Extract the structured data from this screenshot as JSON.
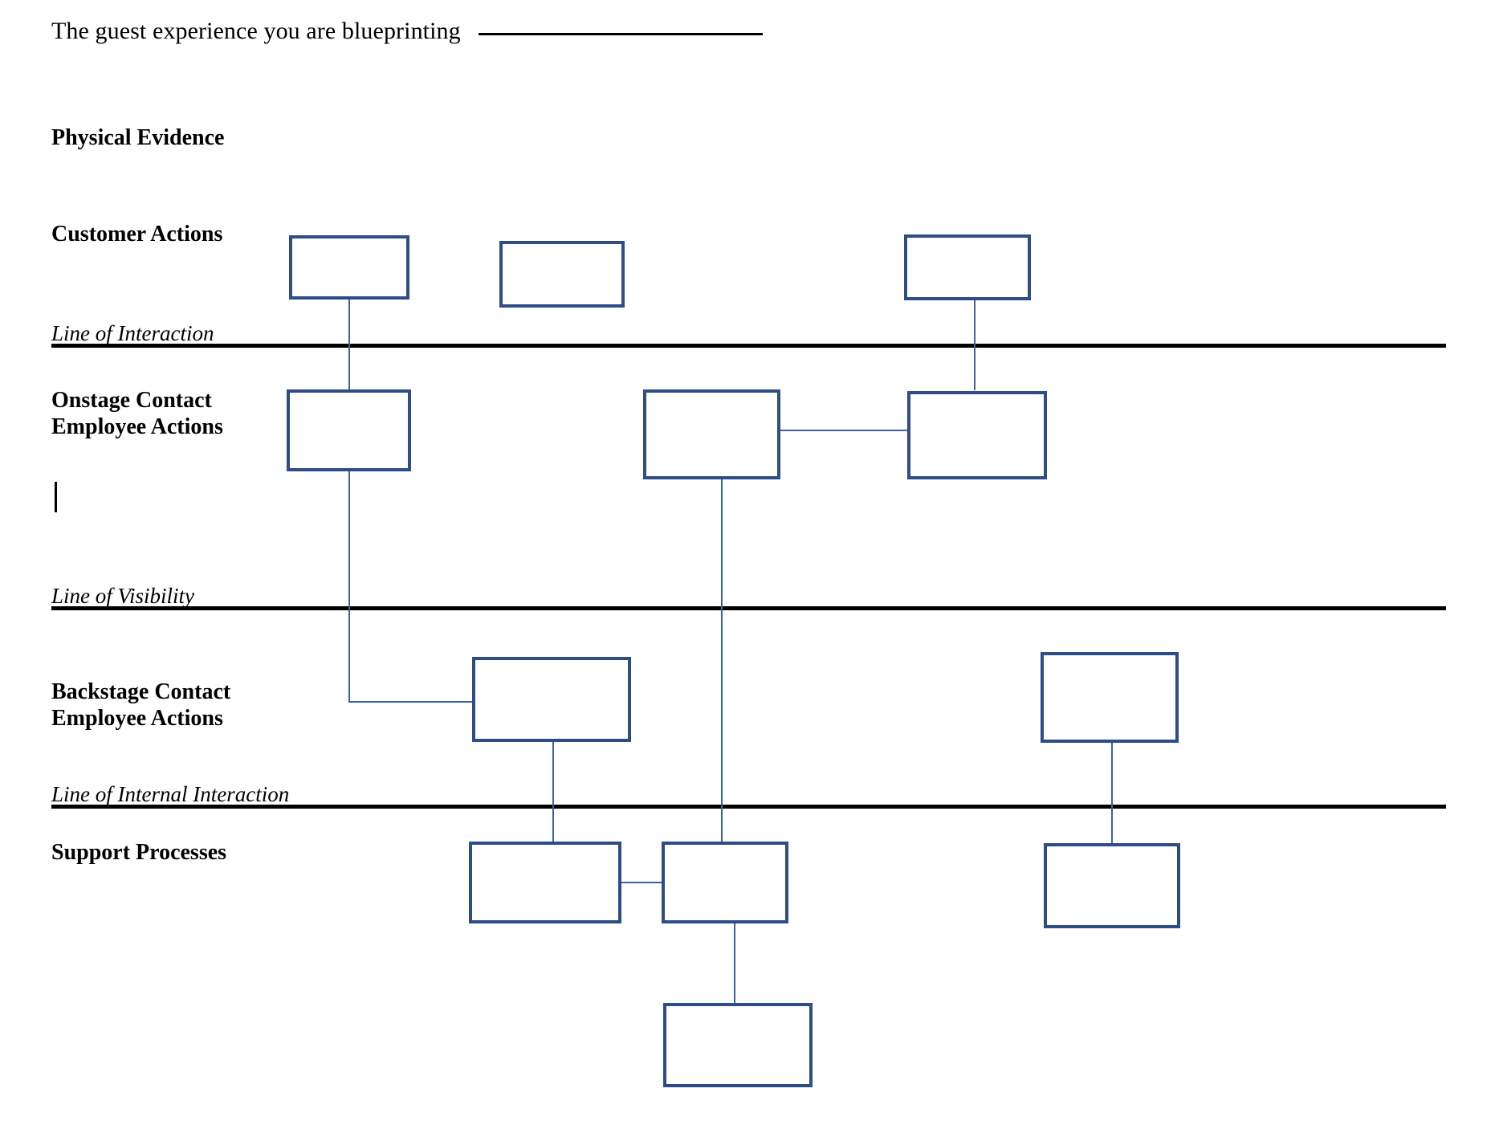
{
  "document": {
    "type": "service-blueprint-worksheet",
    "background_color": "#ffffff",
    "box_border_color": "#2E4C85",
    "connector_color": "#3D5FA3",
    "divider_color": "#000000"
  },
  "header": {
    "prompt": "The guest experience you are blueprinting",
    "blank_field_value": ""
  },
  "swimlanes": [
    {
      "id": "physical-evidence",
      "label": "Physical Evidence"
    },
    {
      "id": "customer-actions",
      "label": "Customer Actions"
    },
    {
      "id": "onstage-contact",
      "label": "Onstage Contact\nEmployee Actions"
    },
    {
      "id": "backstage-contact",
      "label": "Backstage Contact\nEmployee Actions"
    },
    {
      "id": "support-processes",
      "label": "Support Processes"
    }
  ],
  "dividers": [
    {
      "id": "line-of-interaction",
      "label": "Line of Interaction"
    },
    {
      "id": "line-of-visibility",
      "label": "Line of Visibility"
    },
    {
      "id": "line-of-internal-interaction",
      "label": "Line of Internal Interaction"
    }
  ],
  "boxes": [
    {
      "id": "customer-box-1",
      "lane": "customer-actions",
      "text": ""
    },
    {
      "id": "customer-box-2",
      "lane": "customer-actions",
      "text": ""
    },
    {
      "id": "customer-box-3",
      "lane": "customer-actions",
      "text": ""
    },
    {
      "id": "onstage-box-1",
      "lane": "onstage-contact",
      "text": ""
    },
    {
      "id": "onstage-box-2",
      "lane": "onstage-contact",
      "text": ""
    },
    {
      "id": "onstage-box-3",
      "lane": "onstage-contact",
      "text": ""
    },
    {
      "id": "backstage-box-1",
      "lane": "backstage-contact",
      "text": ""
    },
    {
      "id": "backstage-box-2",
      "lane": "backstage-contact",
      "text": ""
    },
    {
      "id": "support-box-1",
      "lane": "support-processes",
      "text": ""
    },
    {
      "id": "support-box-2",
      "lane": "support-processes",
      "text": ""
    },
    {
      "id": "support-box-3",
      "lane": "support-processes",
      "text": ""
    },
    {
      "id": "support-box-4",
      "lane": "support-processes",
      "text": ""
    }
  ],
  "caret": {
    "visible": true
  }
}
